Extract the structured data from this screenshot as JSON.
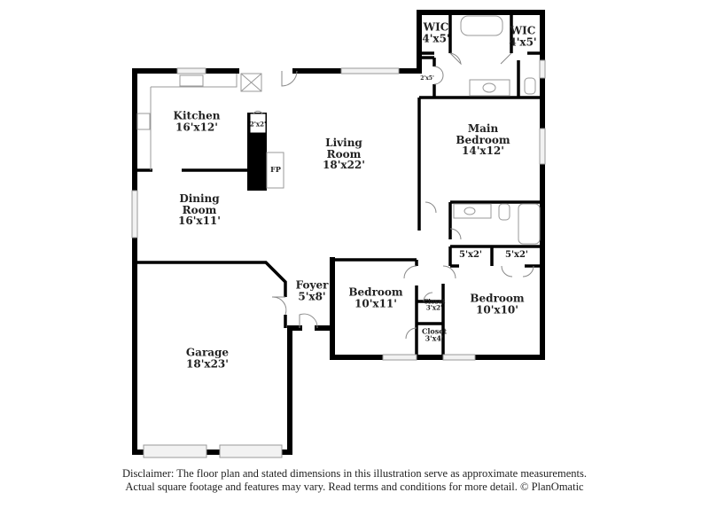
{
  "floor_plan": {
    "rooms": [
      {
        "id": "kitchen",
        "name": "Kitchen",
        "size": "16'x12'"
      },
      {
        "id": "living",
        "name": "Living Room",
        "name_lines": [
          "Living",
          "Room"
        ],
        "size": "18'x22'"
      },
      {
        "id": "dining",
        "name": "Dining Room",
        "name_lines": [
          "Dining",
          "Room"
        ],
        "size": "16'x11'"
      },
      {
        "id": "main_bedroom",
        "name": "Main Bedroom",
        "name_lines": [
          "Main",
          "Bedroom"
        ],
        "size": "14'x12'"
      },
      {
        "id": "wic_left",
        "name": "WIC",
        "size": "4'x5'"
      },
      {
        "id": "wic_right",
        "name": "WIC",
        "size": "4'x5'"
      },
      {
        "id": "garage",
        "name": "Garage",
        "size": "18'x23'"
      },
      {
        "id": "foyer",
        "name": "Foyer",
        "size": "5'x8'"
      },
      {
        "id": "bedroom2",
        "name": "Bedroom",
        "size": "10'x11'"
      },
      {
        "id": "bedroom3",
        "name": "Bedroom",
        "size": "10'x10'"
      },
      {
        "id": "closet_a",
        "name": "Closet",
        "size": "3'x2'"
      },
      {
        "id": "closet_b",
        "name": "Closet",
        "size": "3'x4'"
      }
    ],
    "small_labels": {
      "pantry": "2'x2'",
      "linen": "2'x5'",
      "fireplace": "FP",
      "closet_hall": "5'x2'",
      "closet_bed3": "5'x2'"
    }
  },
  "disclaimer": {
    "line1": "Disclaimer: The floor plan and stated dimensions in this illustration serve as approximate measurements.",
    "line2": "Actual square footage and features may vary. Read terms and conditions for more detail. © PlanOmatic"
  }
}
